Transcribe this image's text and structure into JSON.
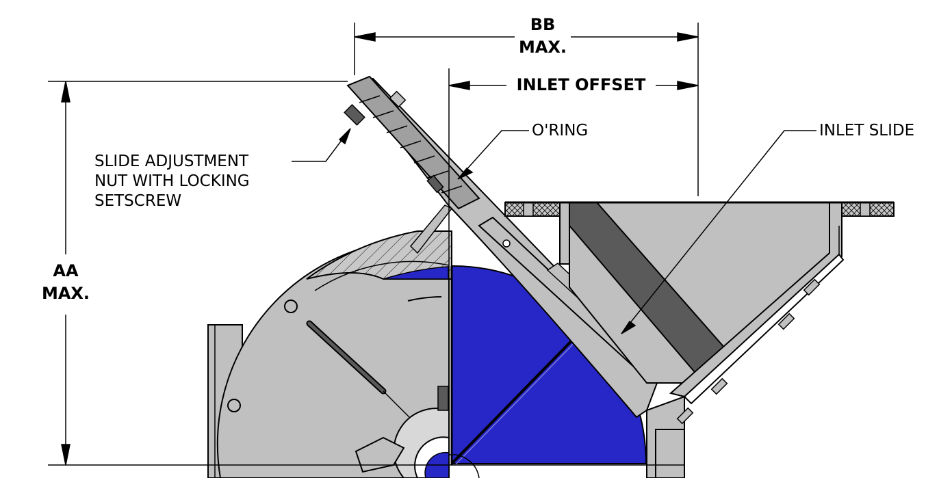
{
  "dimensions": {
    "bb": {
      "line1": "BB",
      "line2": "MAX."
    },
    "inlet_offset": "INLET OFFSET",
    "aa": {
      "line1": "AA",
      "line2": "MAX."
    }
  },
  "callouts": {
    "slide_adjustment": [
      "SLIDE ADJUSTMENT",
      "NUT WITH LOCKING",
      "SETSCREW"
    ],
    "o_ring": "O'RING",
    "inlet_slide": "INLET SLIDE"
  },
  "colors": {
    "rotor_blue": "#2727c8",
    "housing_gray": "#c0c0c0",
    "dark_gray": "#5a5a5a",
    "line": "#000000"
  }
}
